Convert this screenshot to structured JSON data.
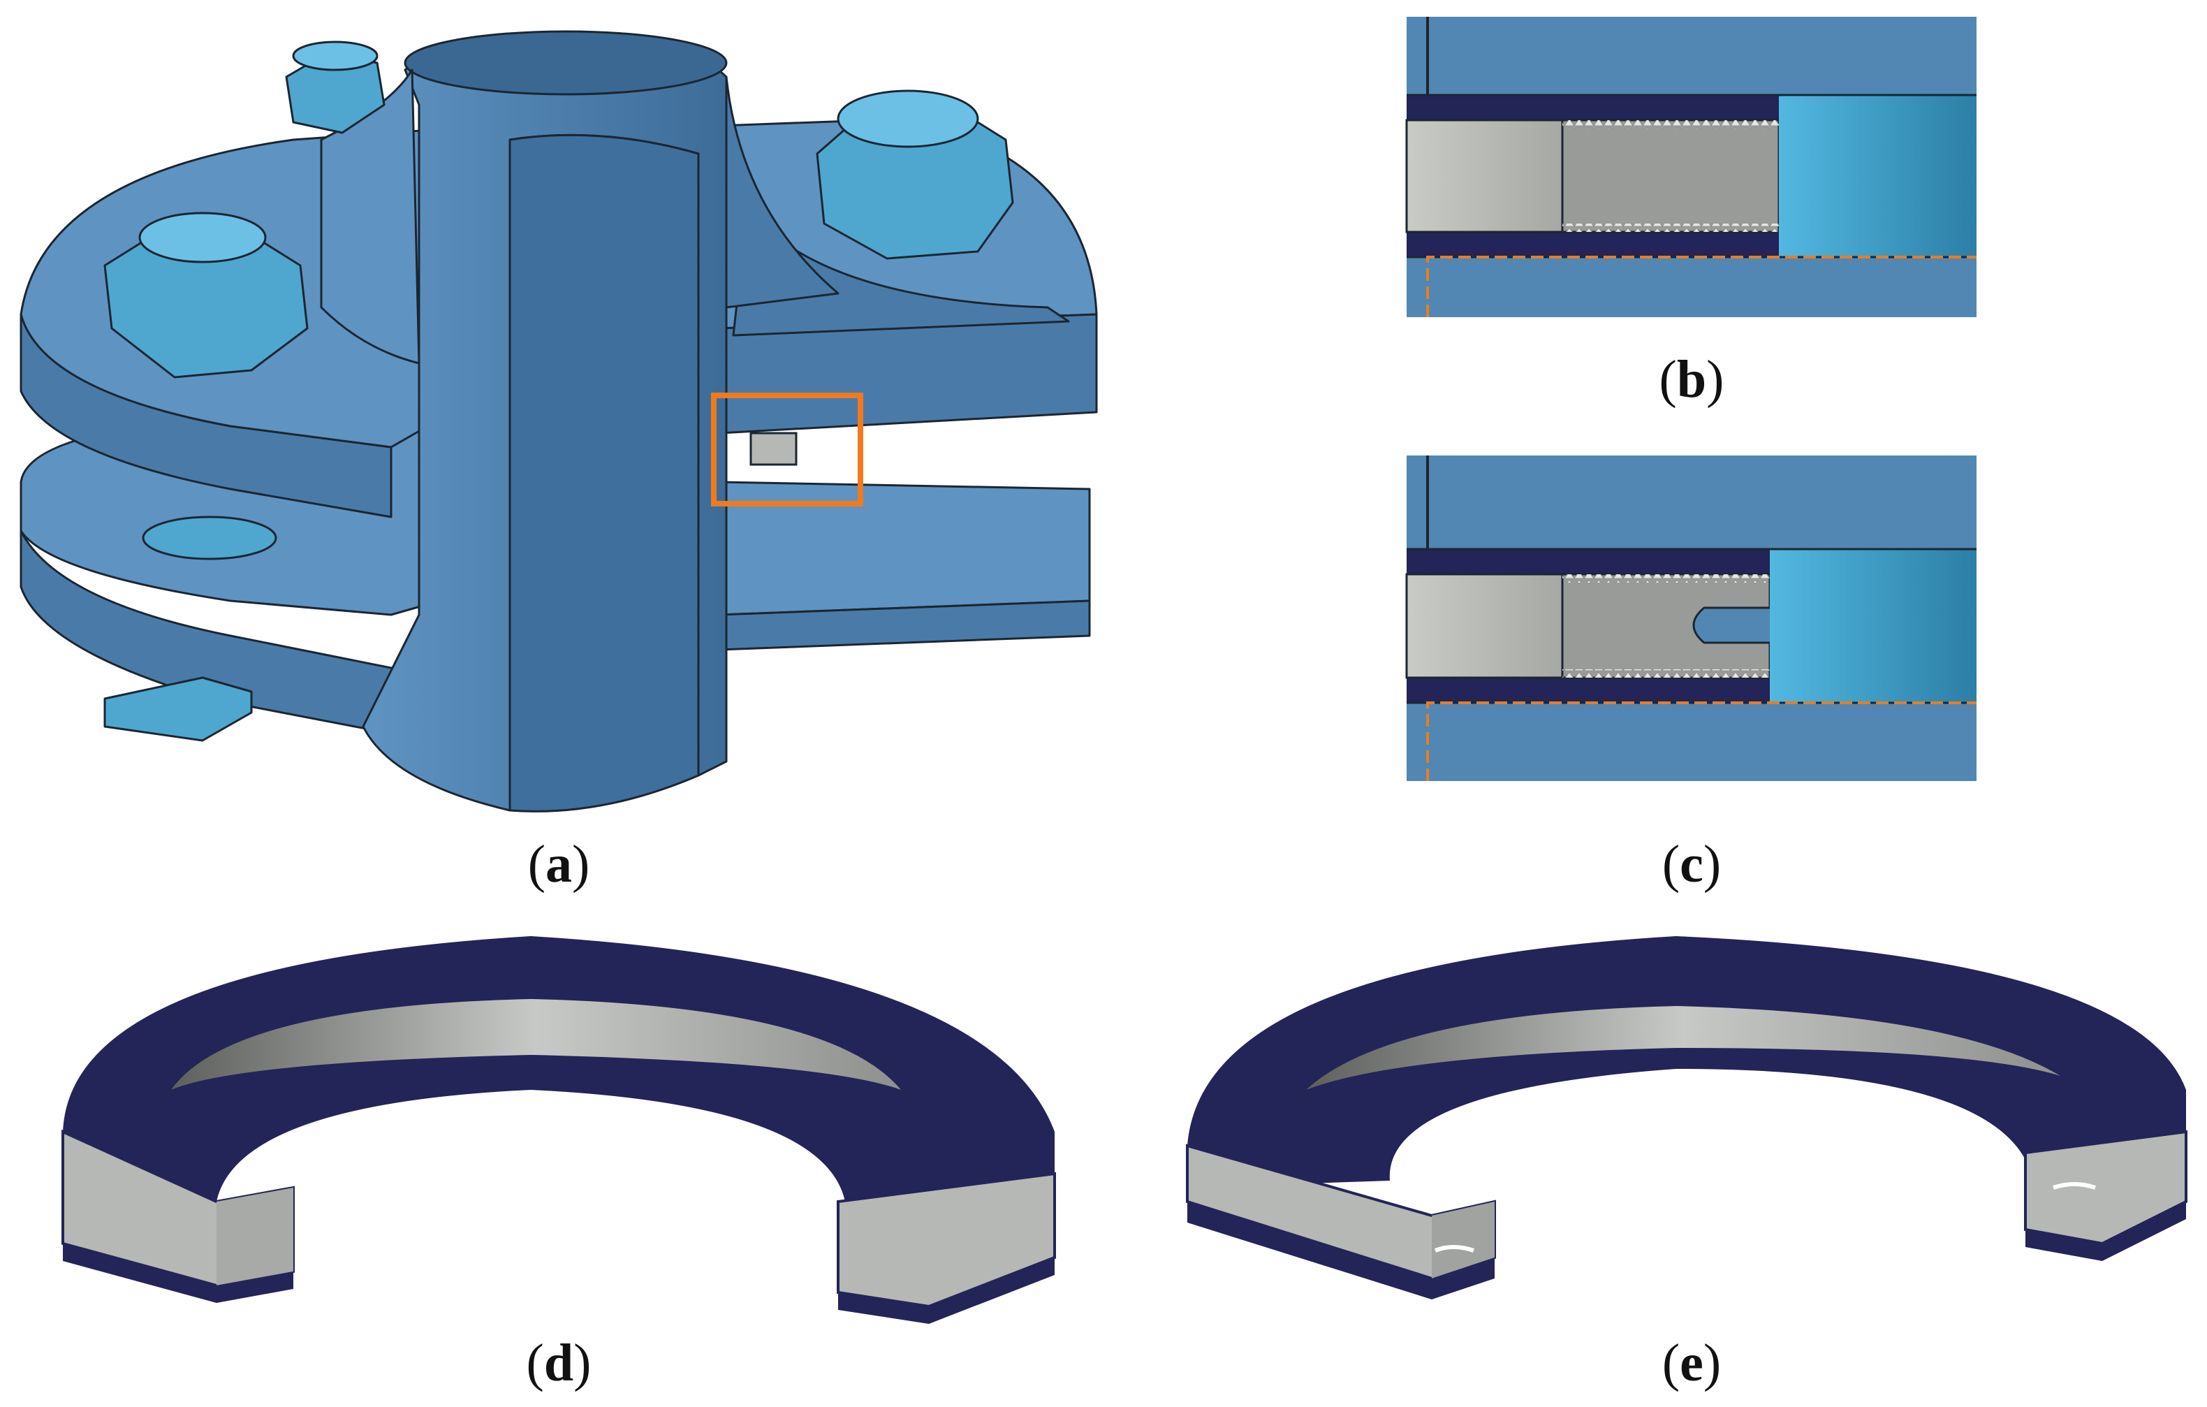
{
  "panels": {
    "a": {
      "label": "a"
    },
    "b": {
      "label": "b"
    },
    "c": {
      "label": "c"
    },
    "d": {
      "label": "d"
    },
    "e": {
      "label": "e"
    }
  },
  "colors": {
    "flange_face": "#5f93c2",
    "flange_side": "#4a7ba8",
    "pipe_inner": "#3f6f9c",
    "bolt": "#4fa7cf",
    "bolt_dark": "#2f7fa8",
    "gasket_blue": "#232457",
    "gasket_grey": "#b5b8b4",
    "filler_grey": "#999b98",
    "highlight_box": "#f07a1e",
    "outline": "#1b2632",
    "dash_line": "#e57e26",
    "fluid_cyan": "#49b3dc"
  }
}
